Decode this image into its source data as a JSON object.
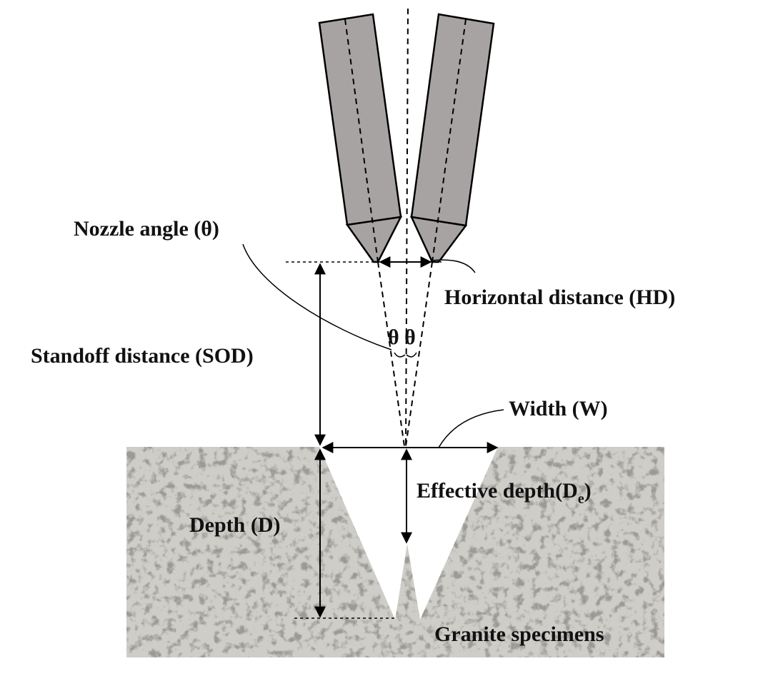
{
  "labels": {
    "nozzle_angle": "Nozzle angle (θ)",
    "horizontal_distance": "Horizontal distance (HD)",
    "standoff_distance": "Standoff distance (SOD)",
    "theta_pair": "θ θ",
    "width": "Width (W)",
    "effective_depth_main": "Effective depth(D",
    "effective_depth_sub": "e",
    "effective_depth_close": ")",
    "depth": "Depth (D)",
    "granite": "Granite specimens"
  },
  "colors": {
    "nozzle_fill": "#a8a3a3",
    "granite_base": "#cfcdc8",
    "granite_dark": "#55524e",
    "granite_light": "#f2f1ee",
    "line": "#000000"
  }
}
